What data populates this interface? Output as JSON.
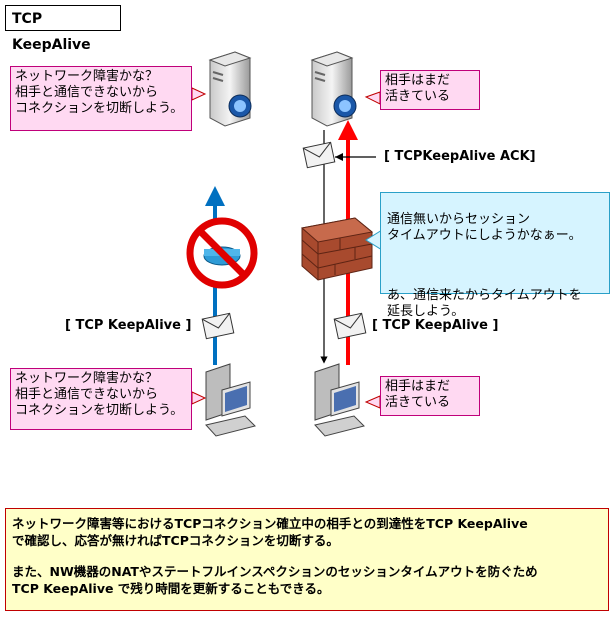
{
  "title": "TCP KeepAlive",
  "callouts": {
    "server_left": "ネットワーク障害かな？\n相手と通信できないから\nコネクションを切断しよう。",
    "server_right": "相手はまだ\n活きている",
    "client_left": "ネットワーク障害かな？\n相手と通信できないから\nコネクションを切断しよう。",
    "client_right": "相手はまだ\n活きている",
    "firewall_line1": "通信無いからセッション\nタイムアウトにしようかなぁー。",
    "firewall_line2": "あ、通信来たからタイムアウトを\n延長しよう。"
  },
  "labels": {
    "ack": "[ TCPKeepAlive ACK]",
    "keepalive_left": "[ TCP KeepAlive ]",
    "keepalive_right": "[ TCP KeepAlive ]"
  },
  "note": {
    "line1": "ネットワーク障害等におけるTCPコネクション確立中の相手との到達性をTCP KeepAlive",
    "line2": "で確認し、応答が無ければTCPコネクションを切断する。",
    "line3": "また、NW機器のNATやステートフルインスペクションのセッションタイムアウトを防ぐため",
    "line4": "TCP KeepAlive で残り時間を更新することもできる。"
  },
  "colors": {
    "arrow_blue": "#0070c0",
    "arrow_red": "#ff0000",
    "callout_pink": "#ffd9f2",
    "callout_blue": "#d6f4ff",
    "note_bg": "#ffffc8",
    "note_border": "#c00000",
    "no_sign": "#e00000"
  }
}
